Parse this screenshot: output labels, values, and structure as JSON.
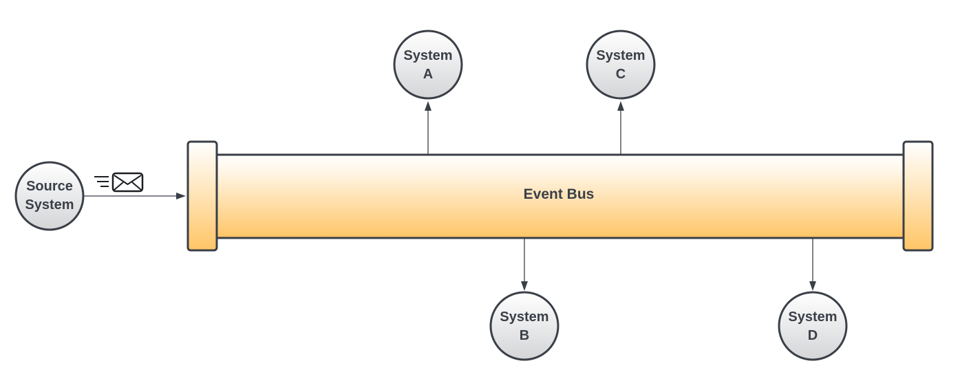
{
  "diagram": {
    "bus": {
      "label": "Event Bus"
    },
    "source": {
      "line1": "Source",
      "line2": "System"
    },
    "message_icon": "envelope-icon",
    "systems": {
      "a": {
        "line1": "System",
        "line2": "A"
      },
      "b": {
        "line1": "System",
        "line2": "B"
      },
      "c": {
        "line1": "System",
        "line2": "C"
      },
      "d": {
        "line1": "System",
        "line2": "D"
      }
    },
    "colors": {
      "stroke": "#3a3f47",
      "bus_top": "#ffffff",
      "bus_bottom": "#ffc566",
      "node_light": "#ffffff",
      "node_dark": "#d4d5d7"
    }
  }
}
